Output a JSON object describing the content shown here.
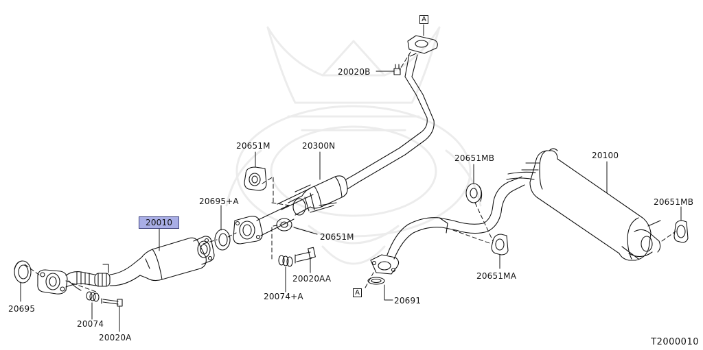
{
  "diagram": {
    "code": "T2000010",
    "ref_marker": "A",
    "highlight_color": "#a9aee6",
    "labels": {
      "p20695": "20695",
      "p20074": "20074",
      "p20020A": "20020A",
      "p20010": "20010",
      "p20695A": "20695+A",
      "p20651M_top": "20651M",
      "p20300N": "20300N",
      "p20651M_mid": "20651M",
      "p20074A": "20074+A",
      "p20020AA": "20020AA",
      "p20020B": "20020B",
      "p20651MB_left": "20651MB",
      "p20100": "20100",
      "p20651MB_right": "20651MB",
      "p20651MA": "20651MA",
      "p20691": "20691"
    }
  }
}
